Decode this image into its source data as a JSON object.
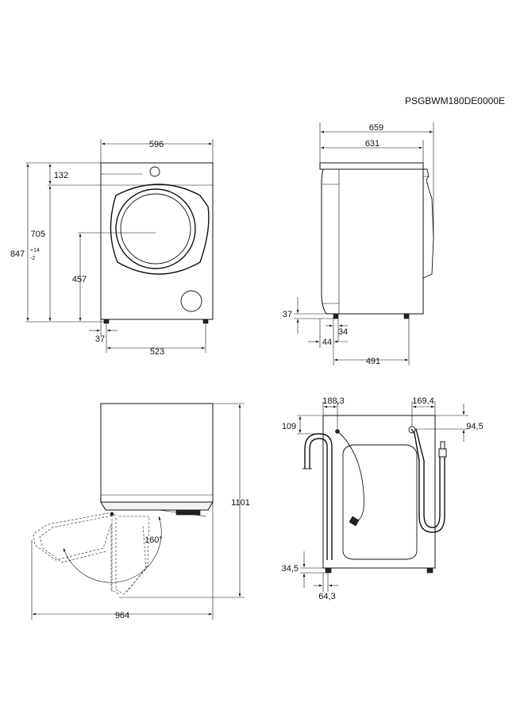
{
  "document": {
    "model_code": "PSGBWM180DE0000E"
  },
  "front_view": {
    "width": "596",
    "top_panel_height": "132",
    "door_center_height": "705",
    "total_height_main": "847",
    "total_height_tol_plus": "+14",
    "total_height_tol_minus": "-2",
    "door_bottom_height": "457",
    "foot_inset": "37",
    "foot_spacing": "523"
  },
  "side_view": {
    "total_depth": "659",
    "body_depth": "631",
    "foot_height": "37",
    "foot_width": "34",
    "foot_offset": "44",
    "foot_spacing": "491"
  },
  "top_view": {
    "door_open_depth": "1101",
    "total_width_open": "964",
    "door_angle": "160°"
  },
  "rear_view": {
    "drain_offset": "188,3",
    "inlet_offset": "169,4",
    "drain_height_top": "109",
    "inlet_height_top": "94,5",
    "foot_height": "34,5",
    "foot_offset": "64,3"
  }
}
